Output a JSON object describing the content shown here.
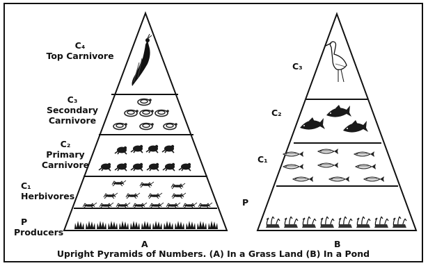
{
  "pyramid_a": {
    "label": "A",
    "levels": [
      {
        "symbol": "C₄",
        "name": "Top Carnivore"
      },
      {
        "symbol": "C₃",
        "name_line1": "Secondary",
        "name_line2": "Carnivore"
      },
      {
        "symbol": "C₂",
        "name_line1": "Primary",
        "name_line2": "Carnivore"
      },
      {
        "symbol": "C₁",
        "name": "Herbivores"
      },
      {
        "symbol": "P",
        "name": "Producers"
      }
    ]
  },
  "pyramid_b": {
    "label": "B",
    "levels": [
      {
        "symbol": "C₃"
      },
      {
        "symbol": "C₂"
      },
      {
        "symbol": "C₁"
      },
      {
        "symbol": "P"
      }
    ]
  },
  "caption": "Upright Pyramids of Numbers. (A) In a Grass Land (B) In a Pond",
  "icons": {
    "a_top": "peacock-icon",
    "a_secondary": "snake-icon",
    "a_primary": "frog-icon",
    "a_herbivore": "grasshopper-icon",
    "a_producer": "grass-icon",
    "b_top": "crane-bird-icon",
    "b_c2": "large-fish-icon",
    "b_c1": "small-fish-icon",
    "b_producer": "aquatic-plant-icon"
  }
}
